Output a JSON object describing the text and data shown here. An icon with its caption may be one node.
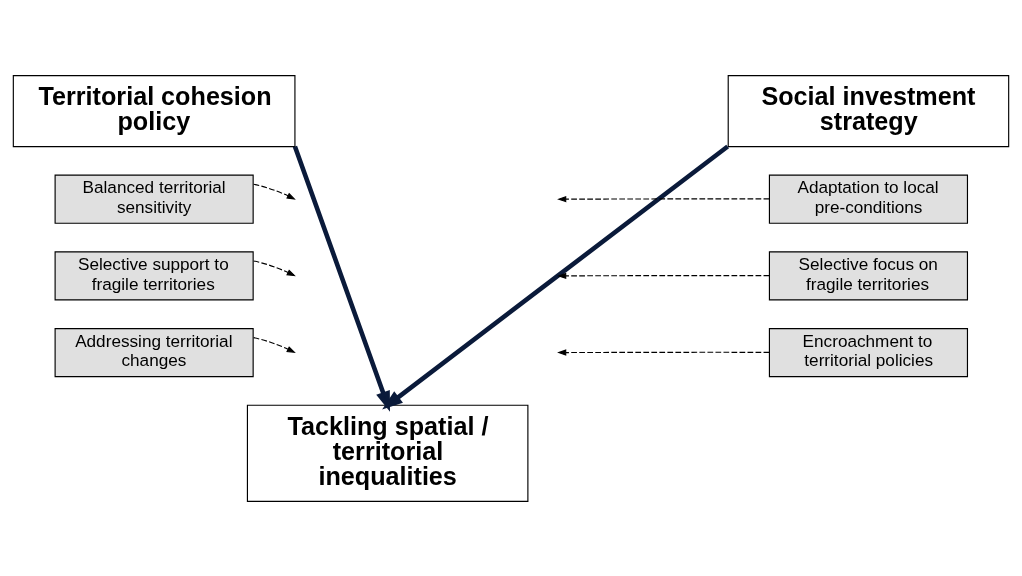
{
  "diagram": {
    "nodes": [
      {
        "text": [
          "Territorial cohesion policy"
        ]
      },
      {
        "text": [
          "Social investment strategy"
        ]
      },
      {
        "text": [
          "Balanced territorial sensitivity"
        ]
      },
      {
        "text": [
          "Adaptation to local pre-conditions"
        ]
      },
      {
        "text": [
          "Selective support to fragile territories"
        ]
      },
      {
        "text": [
          "Selective focus on fragile territories"
        ]
      },
      {
        "text": [
          "Addressing territorial changes"
        ]
      },
      {
        "text": [
          "Encroachment to territorial policies"
        ]
      },
      {
        "text": [
          "Tackling spatial / territorial inequalities"
        ]
      }
    ],
    "edges": [
      {
        "from": 0,
        "to": 8,
        "arrow": "to",
        "style": "thick"
      },
      {
        "from": 1,
        "to": 8,
        "arrow": "to",
        "style": "thick"
      },
      {
        "from": 2,
        "to": null,
        "arrow": "to",
        "style": "dashed"
      },
      {
        "from": 3,
        "to": null,
        "arrow": "to",
        "style": "dashed"
      },
      {
        "from": 4,
        "to": null,
        "arrow": "to",
        "style": "dashed"
      },
      {
        "from": 5,
        "to": null,
        "arrow": "to",
        "style": "dashed"
      },
      {
        "from": 6,
        "to": null,
        "arrow": "to",
        "style": "dashed"
      },
      {
        "from": 7,
        "to": null,
        "arrow": "to",
        "style": "dashed"
      }
    ]
  }
}
